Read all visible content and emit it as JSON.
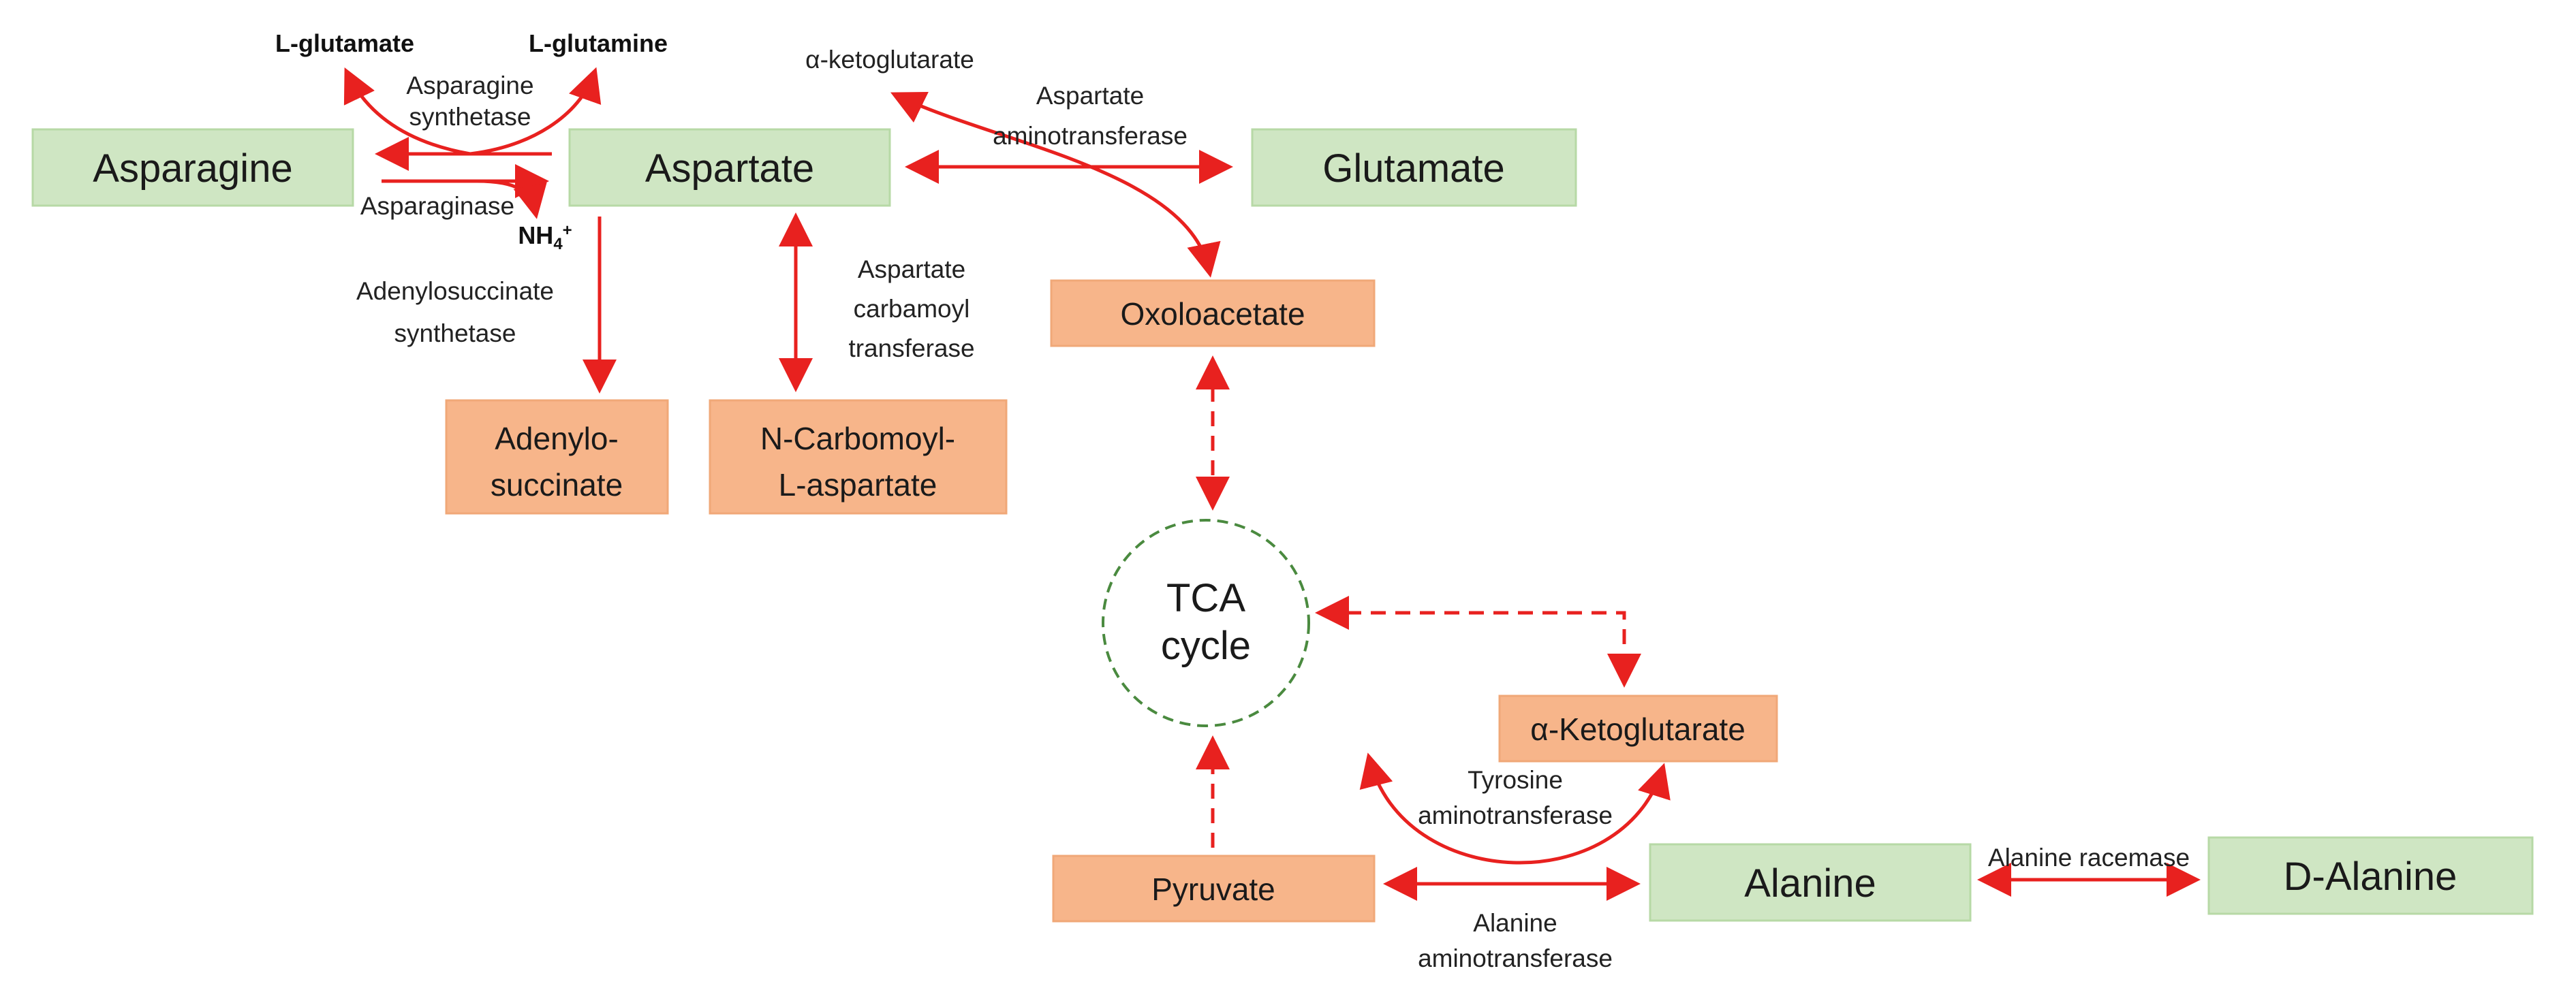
{
  "nodes": {
    "asparagine": "Asparagine",
    "aspartate": "Aspartate",
    "glutamate": "Glutamate",
    "oxoloacetate": "Oxoloacetate",
    "adenylo_line1": "Adenylo-",
    "adenylo_line2": "succinate",
    "carbomoyl_line1": "N-Carbomoyl-",
    "carbomoyl_line2": "L-aspartate",
    "tca_line1": "TCA",
    "tca_line2": "cycle",
    "alpha_ketoglutarate_box": "α-Ketoglutarate",
    "pyruvate": "Pyruvate",
    "alanine": "Alanine",
    "d_alanine": "D-Alanine"
  },
  "labels": {
    "l_glutamate": "L-glutamate",
    "l_glutamine": "L-glutamine",
    "asn_synthetase_line1": "Asparagine",
    "asn_synthetase_line2": "synthetase",
    "asparaginase": "Asparaginase",
    "nh4": "NH",
    "nh4_sub": "4",
    "nh4_sup": "+",
    "alpha_ketoglutarate_top": "α-ketoglutarate",
    "ast_line1": "Aspartate",
    "ast_line2": "aminotransferase",
    "adss_line1": "Adenylosuccinate",
    "adss_line2": "synthetase",
    "atc_line1": "Aspartate",
    "atc_line2": "carbamoyl",
    "atc_line3": "transferase",
    "tyr_line1": "Tyrosine",
    "tyr_line2": "aminotransferase",
    "alt_line1": "Alanine",
    "alt_line2": "aminotransferase",
    "racemase": "Alanine racemase"
  },
  "colors": {
    "amino_acid_box": "#cfe6c3",
    "metabolite_box": "#f7b58a",
    "arrow": "#e8211f",
    "tca_border": "#4a8a3f"
  }
}
